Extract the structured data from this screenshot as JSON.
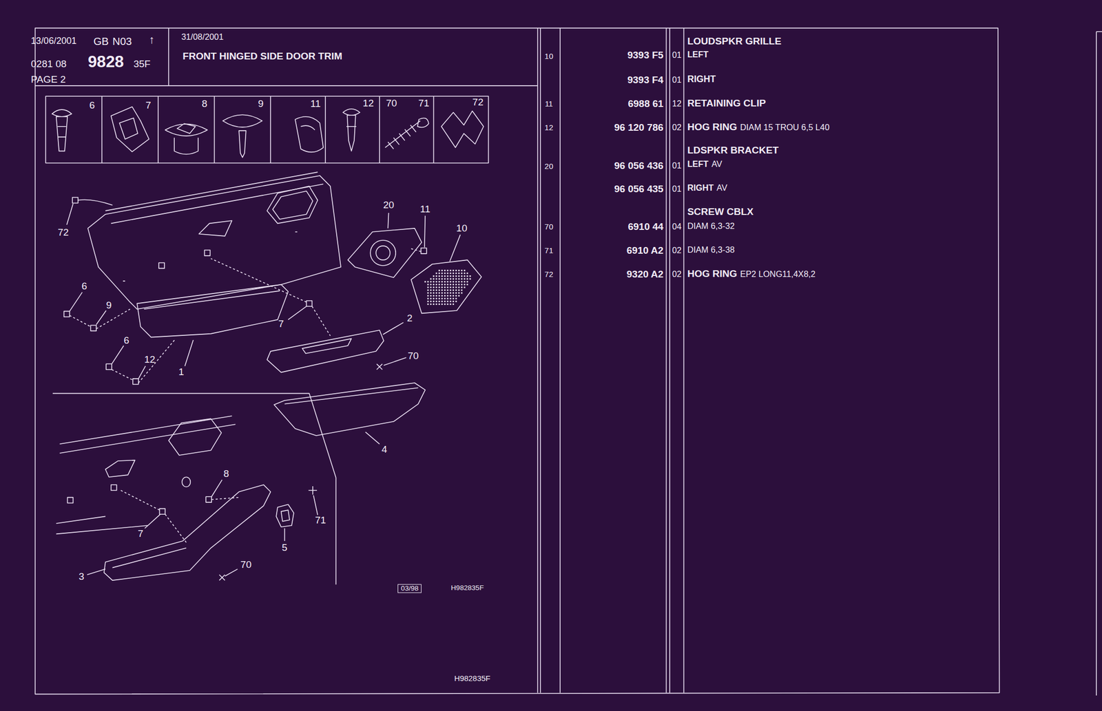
{
  "diagram": {
    "title": "FRONT HINGED SIDE DOOR TRIM",
    "labels": [
      "13/06/2001",
      "GB",
      "N03",
      "↑",
      "0281 08",
      "9828",
      "35F",
      "PAGE 2",
      "31/08/2001",
      "6",
      "7",
      "8",
      "9",
      "11",
      "12",
      "70",
      "71",
      "72",
      "72",
      "20",
      "11",
      "10",
      "6",
      "9",
      "7",
      "2",
      "70",
      "6",
      "12",
      "1",
      "4",
      "8",
      "71",
      "7",
      "5",
      "70",
      "3",
      "03/98",
      "H982835F",
      "H982835F",
      "10",
      "11",
      "12",
      "20",
      "70",
      "71",
      "72",
      "9393 F5",
      "9393 F4",
      "6988 61",
      "96 120 786",
      "96 056 436",
      "96 056 435",
      "6910 44",
      "6910 A2",
      "9320 A2",
      "01",
      "01",
      "12",
      "02",
      "01",
      "01",
      "04",
      "02",
      "02",
      "LOUDSPKR GRILLE",
      "LEFT",
      "RIGHT",
      "RETAINING CLIP",
      "HOG RING",
      "DIAM 15 TROU 6,5 L40",
      "LDSPKR BRACKET",
      "LEFT",
      "AV",
      "RIGHT",
      "AV",
      "SCREW CBLX",
      "DIAM 6,3-32",
      "DIAM 6,3-38",
      "HOG RING",
      "EP2 LONG11,4X8,2"
    ]
  }
}
